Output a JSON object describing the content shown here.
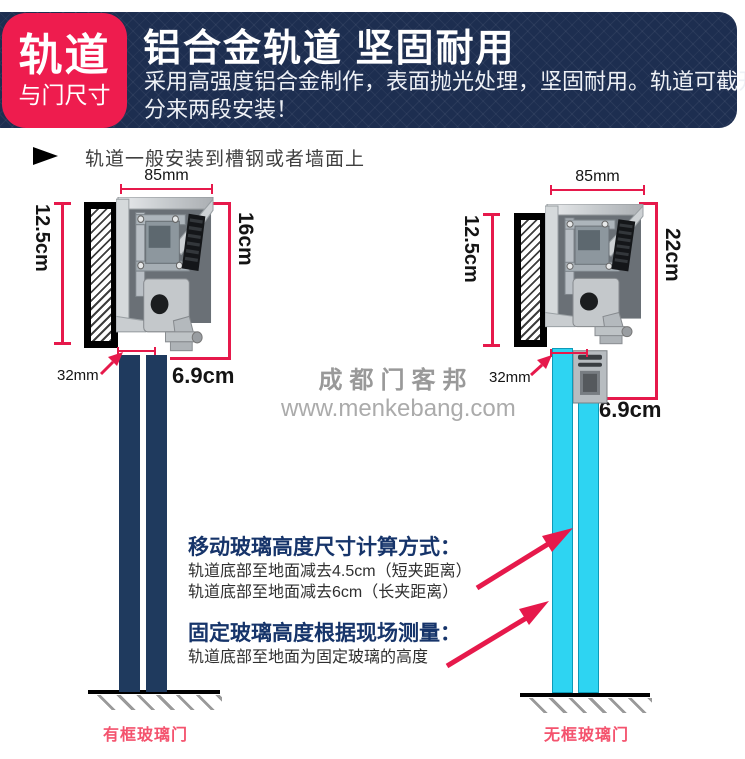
{
  "colors": {
    "accent_red": "#e6194b",
    "header_bg": "#1d2e50",
    "badge_bg": "#ee1c4e",
    "framed_panel_navy": "#1f3a5e",
    "frameless_panel_cyan": "#2ed4f2",
    "heading_blue": "#16346a",
    "door_label_pink": "#f4536e"
  },
  "header": {
    "badge_line1": "轨道",
    "badge_line2": "与门尺寸",
    "title": "铝合金轨道 坚固耐用",
    "subtitle_line1": "采用高强度铝合金制作，表面抛光处理，坚固耐用。轨道可截开",
    "subtitle_line2": "分来两段安装！"
  },
  "note": {
    "text": "轨道一般安装到槽钢或者墙面上"
  },
  "watermark": {
    "line1": "成都门客邦",
    "line2": "www.menkebang.com"
  },
  "diagram_left": {
    "top_width": "85mm",
    "wall_height": "12.5cm",
    "track_height": "16cm",
    "gap_width": "32mm",
    "bottom_width": "6.9cm",
    "label": "有框玻璃门"
  },
  "diagram_right": {
    "top_width": "85mm",
    "wall_height": "12.5cm",
    "track_height": "22cm",
    "gap_width": "32mm",
    "bottom_width": "6.9cm",
    "label": "无框玻璃门"
  },
  "instructions": {
    "heading1": "移动玻璃高度尺寸计算方式：",
    "line1": "轨道底部至地面减去4.5cm（短夹距离）",
    "line2": "轨道底部至地面减去6cm（长夹距离）",
    "heading2": "固定玻璃高度根据现场测量：",
    "line3": "轨道底部至地面为固定玻璃的高度"
  }
}
